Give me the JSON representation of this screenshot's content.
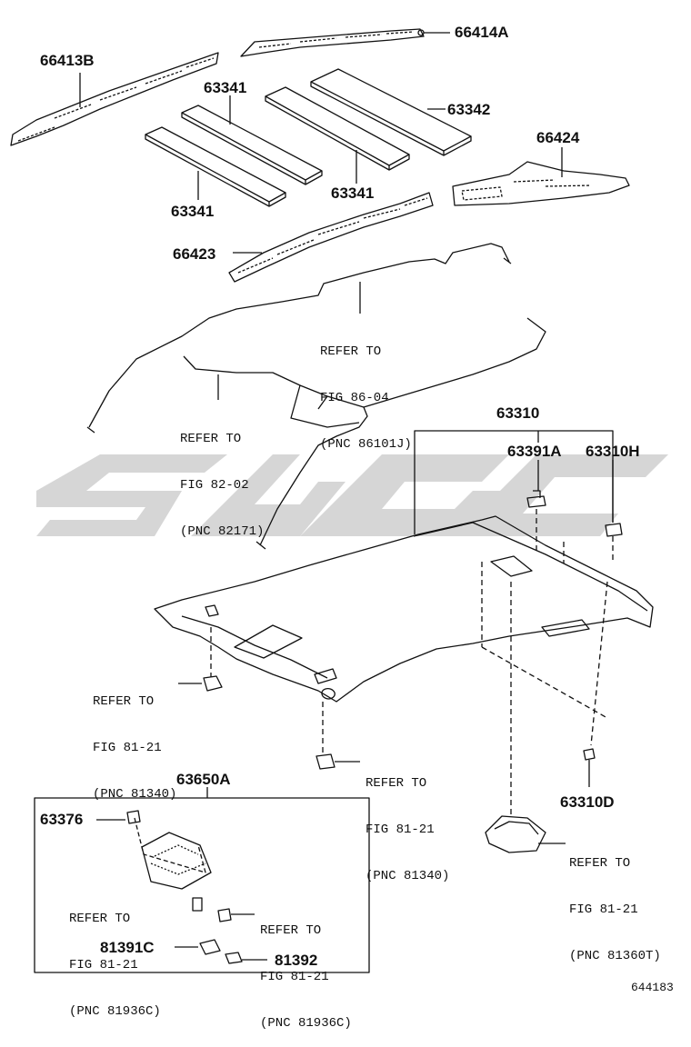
{
  "watermark": {
    "color": "#cfcfcf"
  },
  "parts": {
    "p66413B": "66413B",
    "p66414A": "66414A",
    "p63341_top": "63341",
    "p63342": "63342",
    "p63341_mid": "63341",
    "p63341_left": "63341",
    "p66424": "66424",
    "p66423": "66423",
    "p63310": "63310",
    "p63391A": "63391A",
    "p63310H": "63310H",
    "p63650A": "63650A",
    "p63376": "63376",
    "p63310D": "63310D",
    "p81391C": "81391C",
    "p81392": "81392"
  },
  "refs": {
    "r86": {
      "l1": "REFER TO",
      "l2": "FIG 86-04",
      "l3": "(PNC 86101J)"
    },
    "r82": {
      "l1": "REFER TO",
      "l2": "FIG 82-02",
      "l3": "(PNC 82171)"
    },
    "r81_left": {
      "l1": "REFER TO",
      "l2": "FIG 81-21",
      "l3": "(PNC 81340)"
    },
    "r81_mid": {
      "l1": "REFER TO",
      "l2": "FIG 81-21",
      "l3": "(PNC 81340)"
    },
    "r81_right": {
      "l1": "REFER TO",
      "l2": "FIG 81-21",
      "l3": "(PNC 81360T)"
    },
    "r81_box1": {
      "l1": "REFER TO",
      "l2": "FIG 81-21",
      "l3": "(PNC 81936C)"
    },
    "r81_box2": {
      "l1": "REFER TO",
      "l2": "FIG 81-21",
      "l3": "(PNC 81936C)"
    }
  },
  "figure_number": "644183"
}
